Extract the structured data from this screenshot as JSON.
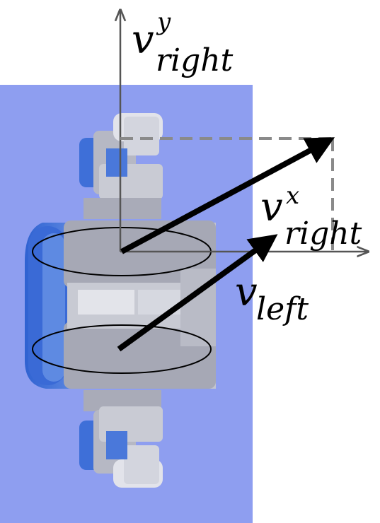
{
  "labels": {
    "v_right_y": {
      "base": "v",
      "sup": "y",
      "sub": "right"
    },
    "v_right_x": {
      "base": "v",
      "sup": "x",
      "sub": "right"
    },
    "v_left": {
      "base": "v",
      "sub": "left"
    }
  },
  "colors": {
    "background_panel": "#8E9EF0",
    "robot_blue": "#3E6FD8",
    "robot_gray": "#B7B9C6",
    "axis": "#555555",
    "vector": "#000000",
    "guide": "#8A8A8A"
  }
}
